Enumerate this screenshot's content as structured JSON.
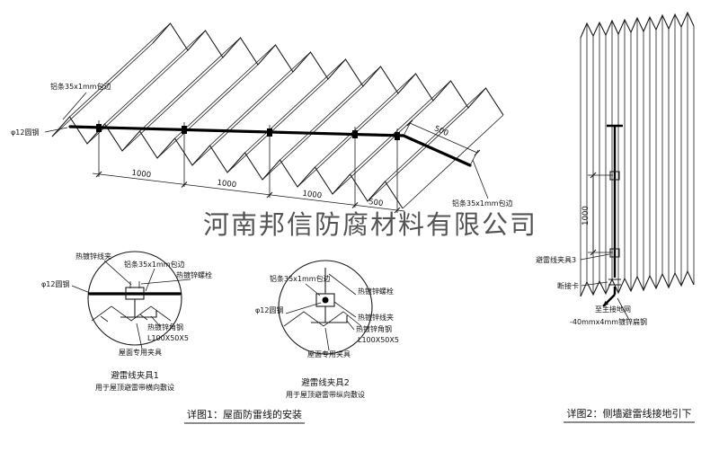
{
  "watermark": {
    "text": "河南邦信防腐材料有限公司"
  },
  "colors": {
    "red": "#cc2020",
    "watermark": "#a6a6a6",
    "line": "#000000"
  },
  "roof": {
    "alu_top": "铝条35x1mm包边",
    "alu_right": "铝条35x1mm包边",
    "round_steel": "φ12圆钢",
    "d1": "1000",
    "d2": "1000",
    "d3": "1000",
    "d4": "500",
    "d_side": "500"
  },
  "detail1": {
    "wire_clip": "热镀锌线夹",
    "alu": "铝条35x1mm包边",
    "bolt": "热镀锌螺栓",
    "round": "φ12圆钢",
    "angle": "热镀锌角钢",
    "spec": "L100X50X5",
    "clamp": "屋面专用夹具",
    "title": "避雷线夹具1",
    "subtitle": "用于屋顶避雷带横向敷设"
  },
  "detail2": {
    "alu": "铝条35x1mm包边",
    "bolt": "热镀锌螺栓",
    "round": "φ12圆钢",
    "wire_clip": "热镀锌线夹",
    "angle": "热镀锌角钢",
    "spec": "L100X50X5",
    "clamp": "屋面专用夹具",
    "title": "避雷线夹具2",
    "subtitle": "用于屋顶避雷带纵向敷设"
  },
  "wall": {
    "dim": "1000",
    "clamp3": "避雷线夹具3",
    "disconnect": "断接卡",
    "to_ground": "至主接地网",
    "flat_steel": "-40mmx4mm镀锌扁钢"
  },
  "captions": {
    "c1": "详图1：屋面防雷线的安装",
    "c2": "详图2：侧墙避雷线接地引下"
  }
}
